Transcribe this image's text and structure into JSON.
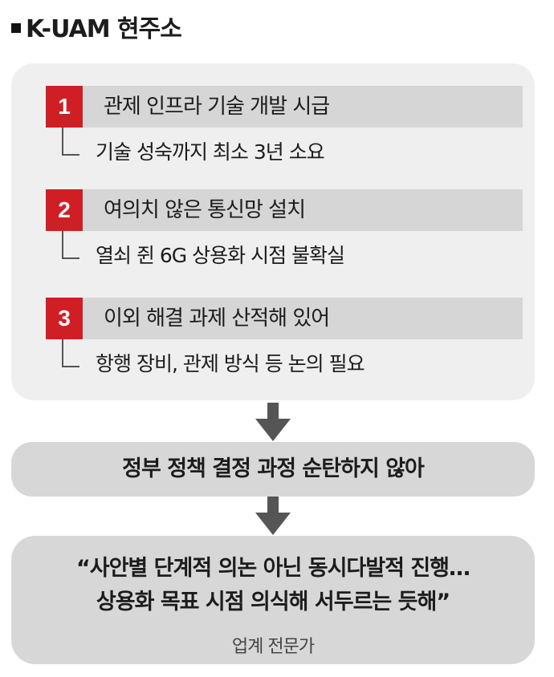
{
  "title": "K-UAM 현주소",
  "items": [
    {
      "num": "1",
      "heading": "관제 인프라 기술 개발 시급",
      "detail": "기술 성숙까지 최소 3년 소요"
    },
    {
      "num": "2",
      "heading": "여의치 않은 통신망 설치",
      "detail": "열쇠 쥔 6G 상용화 시점 불확실"
    },
    {
      "num": "3",
      "heading": "이외 해결 과제 산적해 있어",
      "detail": "항행 장비, 관제 방식 등 논의 필요"
    }
  ],
  "conclusion": "정부 정책 결정 과정 순탄하지 않아",
  "quote": {
    "line1": "“사안별 단계적 의논 아닌 동시다발적 진행…",
    "line2": "상용화 목표 시점 의식해 서두르는 듯해”",
    "source": "업계 전문가"
  },
  "colors": {
    "accent": "#cf1f25",
    "panel": "#efefef",
    "bar": "#d6d6d6",
    "box": "#d7d7d7"
  }
}
